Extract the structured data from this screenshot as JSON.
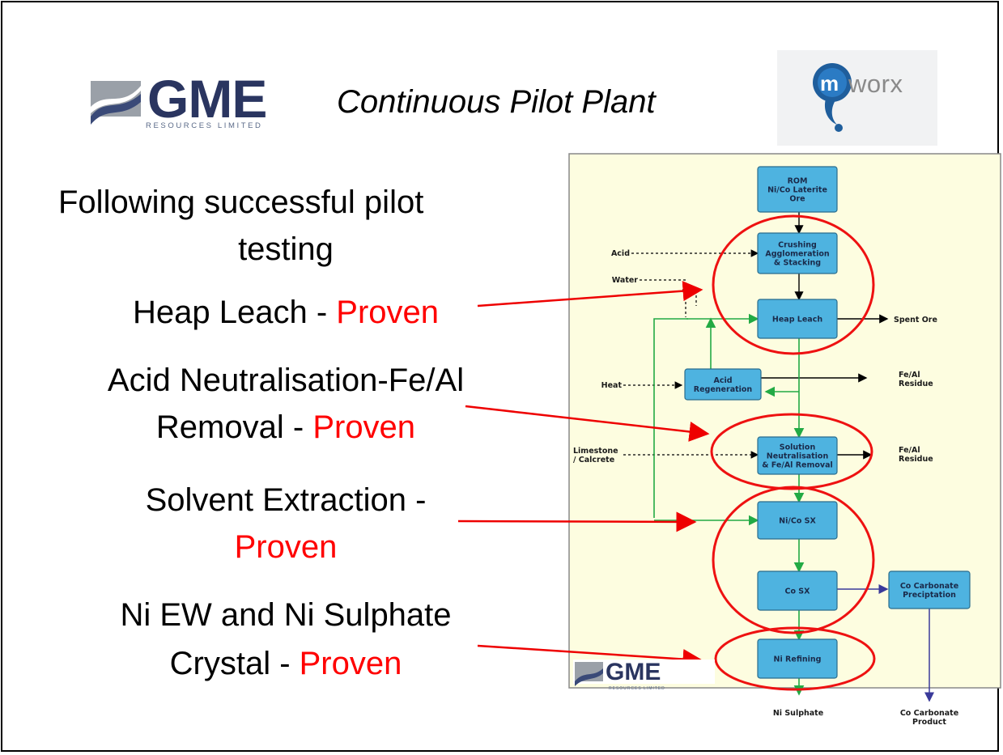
{
  "header": {
    "title": "Continuous Pilot Plant",
    "gme_logo_text": "GME",
    "gme_logo_subtext": "RESOURCES LIMITED",
    "mworx_logo_text": "worx",
    "mworx_logo_m": "m"
  },
  "claims": {
    "intro_line1": "Following successful pilot",
    "intro_line2": "testing",
    "heap_leach": "Heap Leach - ",
    "acid_line1": "Acid Neutralisation-Fe/Al",
    "acid_line2": "Removal - ",
    "solvent_line1": "Solvent Extraction -",
    "ni_line1": "Ni EW and Ni Sulphate",
    "ni_line2": "Crystal - ",
    "proven": "Proven"
  },
  "flowsheet": {
    "boxes": {
      "rom": [
        "ROM",
        "Ni/Co Laterite",
        "Ore"
      ],
      "crushing": [
        "Crushing",
        "Agglomeration",
        "& Stacking"
      ],
      "heap_leach": [
        "Heap Leach"
      ],
      "acid_regen": [
        "Acid",
        "Regeneration"
      ],
      "solution_neut": [
        "Solution",
        "Neutralisation",
        "& Fe/Al Removal"
      ],
      "nico_sx": [
        "Ni/Co SX"
      ],
      "co_sx": [
        "Co SX"
      ],
      "co_carbonate": [
        "Co Carbonate",
        "Preciptation"
      ],
      "ni_refining": [
        "Ni Refining"
      ]
    },
    "labels": {
      "acid": "Acid",
      "water": "Water",
      "heat": "Heat",
      "limestone": [
        "Limestone",
        "/ Calcrete"
      ],
      "spent_ore": "Spent Ore",
      "feal_residue_1": [
        "Fe/Al",
        "Residue"
      ],
      "feal_residue_2": [
        "Fe/Al",
        "Residue"
      ],
      "ni_sulphate": "Ni Sulphate",
      "co_carbonate_product": [
        "Co Carbonate",
        "Product"
      ]
    },
    "footer_logo_text": "GME",
    "footer_logo_subtext": "RESOURCES LIMITED"
  }
}
